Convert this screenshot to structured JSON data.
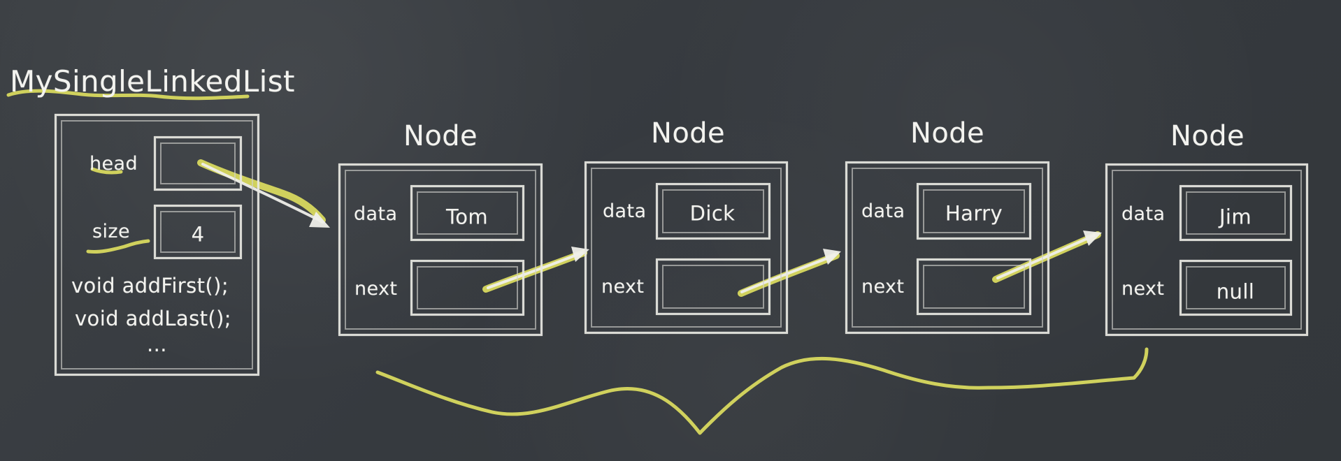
{
  "diagram": {
    "title": "MySingleLinkedList",
    "list": {
      "head_label": "head",
      "size_label": "size",
      "size_value": "4",
      "methods": [
        "void addFirst();",
        "void addLast();",
        "..."
      ]
    },
    "nodes": [
      {
        "title": "Node",
        "data_label": "data",
        "data_value": "Tom",
        "next_label": "next",
        "next_value": ""
      },
      {
        "title": "Node",
        "data_label": "data",
        "data_value": "Dick",
        "next_label": "next",
        "next_value": ""
      },
      {
        "title": "Node",
        "data_label": "data",
        "data_value": "Harry",
        "next_label": "next",
        "next_value": ""
      },
      {
        "title": "Node",
        "data_label": "data",
        "data_value": "Jim",
        "next_label": "next",
        "next_value": "null"
      }
    ]
  },
  "colors": {
    "board": "#3b3f44",
    "chalk": "#f1f1ee",
    "highlighter": "#d8d95f"
  }
}
